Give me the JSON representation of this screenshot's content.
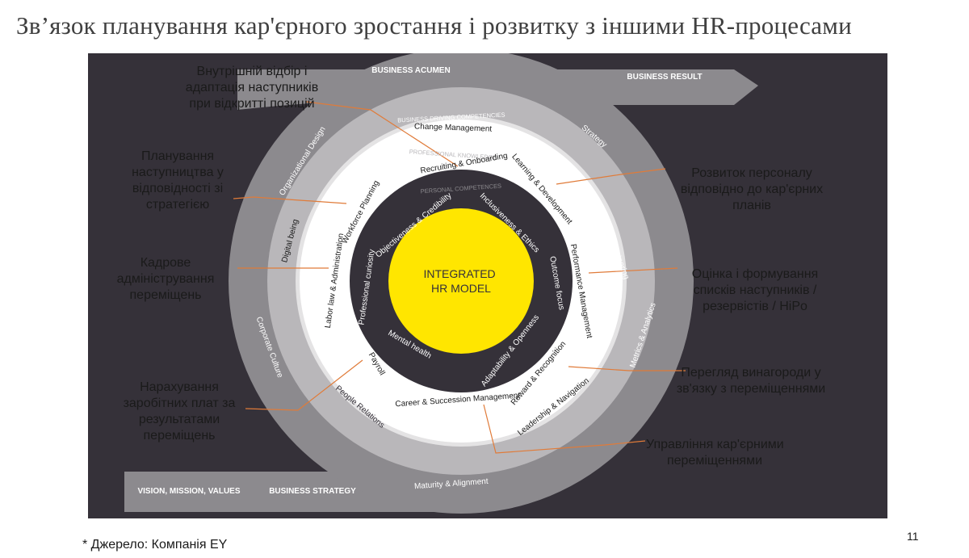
{
  "title": "Зв’язок планування кар'єрного зростання і розвитку з іншими HR-процесами",
  "source": "* Джерело: Компанія EY",
  "page_number": "11",
  "colors": {
    "background_panel": "#353139",
    "outer_ring": "#8c8a8e",
    "business_driving_ring": "#b9b7ba",
    "professional_ring": "#ffffff",
    "personal_ring": "#353139",
    "core": "#ffe600",
    "connector_line": "#e07b39"
  },
  "model": {
    "center": "INTEGRATED HR MODEL",
    "arrow_top": {
      "left_label": "BUSINESS ACUMEN",
      "right_label": "BUSINESS RESULT"
    },
    "arrow_bottom": {
      "left_label": "VISION, MISSION, VALUES",
      "right_label": "BUSINESS STRATEGY"
    },
    "outer_ring": [
      "Organizational Design",
      "Strategy",
      "Advisory & Partnering",
      "Metrics & Analytics",
      "Maturity & Alignment",
      "People Relations",
      "Corporate Culture"
    ],
    "business_driving": {
      "header": "BUSINESS DRIVING COMPETENCIES",
      "items": [
        "Change Management",
        "Digital being",
        "Leadership & Navigation"
      ]
    },
    "professional_knowledge": {
      "header": "PROFESSIONAL KNOWLEDGE",
      "items": [
        "Recruiting & Onboarding",
        "Learning & Development",
        "Performance Management",
        "Reward & Recognition",
        "Career & Succession Management",
        "Payroll",
        "Labor law & Administration",
        "Workforce Planning"
      ]
    },
    "personal_competences": {
      "header": "PERSONAL COMPETENCES",
      "items": [
        "Objectiveness & Credibility",
        "Inclusiveness & Ethics",
        "Outcome focus",
        "Adaptability & Openness",
        "Mental health",
        "Professional curiosity"
      ]
    }
  },
  "notes": {
    "internal_selection": [
      "Внутрішній відбір і",
      "адаптація наступників",
      "при відкритті позицій"
    ],
    "succession_planning": [
      "Планування",
      "наступництва у",
      "відповідності зі",
      "стратегією"
    ],
    "personnel_administration": [
      "Кадрове",
      "адміністрування",
      "переміщень"
    ],
    "payroll_results": [
      "Нарахування",
      "заробітних плат за",
      "результатами",
      "переміщень"
    ],
    "staff_development": [
      "Розвиток персоналу",
      "відповідно до кар'єрних",
      "планів"
    ],
    "successor_assessment": [
      "Оцінка і формування",
      "списків наступників /",
      "резервістів / HiPo"
    ],
    "reward_review": [
      "Перегляд винагороди у",
      "зв'язку з переміщеннями"
    ],
    "career_moves": [
      "Управління кар'єрними",
      "переміщеннями"
    ]
  }
}
